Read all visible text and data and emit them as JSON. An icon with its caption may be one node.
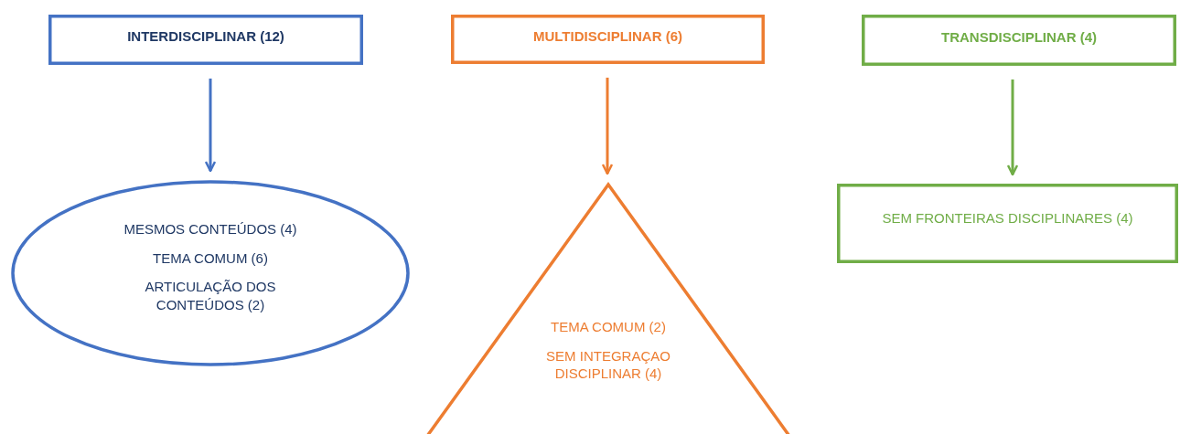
{
  "diagram": {
    "nodes": [
      {
        "text": [
          "INTERDISCIPLINAR (12)"
        ]
      },
      {
        "text": [
          "MULTIDISCIPLINAR (6)"
        ]
      },
      {
        "text": [
          "TRANSDISCIPLINAR (4)"
        ]
      },
      {
        "text": [
          "MESMOS CONTEÚDOS (4)",
          "TEMA COMUM (6)",
          "ARTICULAÇÃO DOS CONTEÚDOS (2)"
        ]
      },
      {
        "text": [
          "TEMA COMUM (2)",
          "SEM INTEGRAÇAO DISCIPLINAR (4)"
        ]
      },
      {
        "text": [
          "SEM FRONTEIRAS DISCIPLINARES (4)"
        ]
      }
    ],
    "edges": [
      {
        "from": 0,
        "to": 3,
        "arrow": "to",
        "color": "#4472c4"
      },
      {
        "from": 1,
        "to": 4,
        "arrow": "to",
        "color": "#ed7d31"
      },
      {
        "from": 2,
        "to": 5,
        "arrow": "to",
        "color": "#70ad47"
      }
    ]
  }
}
